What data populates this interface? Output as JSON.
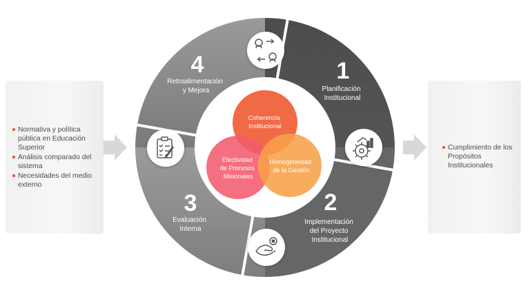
{
  "left_box": {
    "items": [
      "Normativa y política pública en Educación Superior",
      "Análisis comparado del sistema",
      "Necesidades del medio externo"
    ]
  },
  "right_box": {
    "items": [
      "Cumplimiento de los Propósitos Institucionales"
    ]
  },
  "steps": [
    {
      "number": "1",
      "label_lines": [
        "Planificación",
        "Institucional"
      ],
      "icon": "gear-chart-icon"
    },
    {
      "number": "2",
      "label_lines": [
        "Implementación",
        "del Proyecto",
        "Institucional"
      ],
      "icon": "hand-gear-icon"
    },
    {
      "number": "3",
      "label_lines": [
        "Evaluación",
        "Interna"
      ],
      "icon": "checklist-icon"
    },
    {
      "number": "4",
      "label_lines": [
        "Retroalimentación",
        "y Mejora"
      ],
      "icon": "users-exchange-icon"
    }
  ],
  "core": {
    "top": [
      "Coherencia",
      "Institucional"
    ],
    "left": [
      "Efectividad",
      "de Procesos",
      "Misionales"
    ],
    "right": [
      "Homogeneidad",
      "de la Gestión"
    ]
  },
  "colors": {
    "ring_dark": "#5c5c5c",
    "ring_mid": "#6e6e6e",
    "ring_light": "#9a9a9a",
    "circle_top": "#f0623c",
    "circle_left": "#f25b6d",
    "circle_right": "#f7a04a",
    "bullet": "#e8452c"
  }
}
